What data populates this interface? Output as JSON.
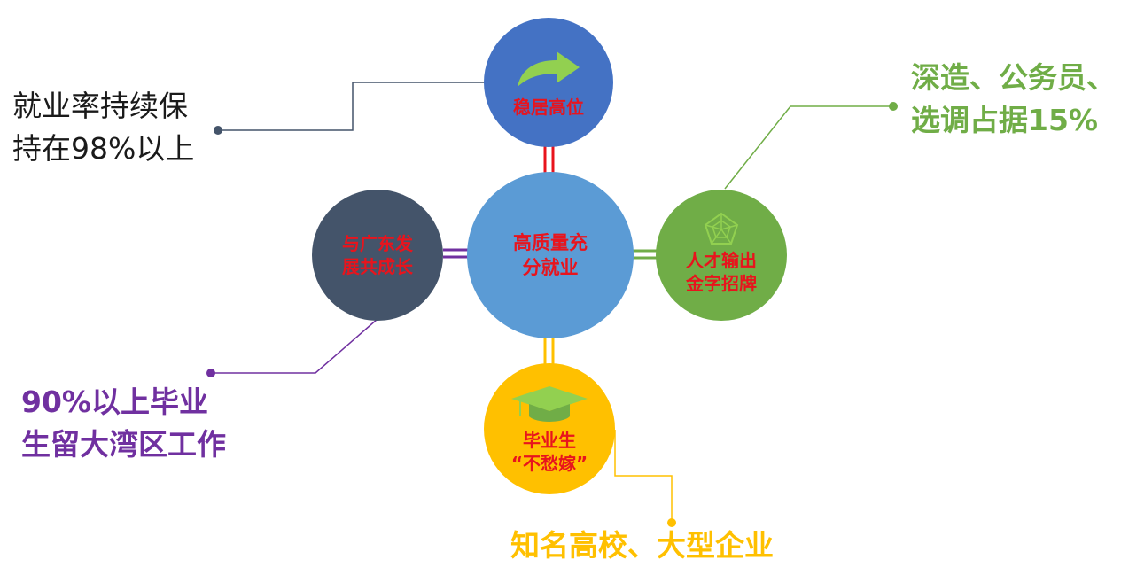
{
  "colors": {
    "center": "#5b9bd5",
    "top": "#4472c4",
    "right": "#70ad47",
    "bottom": "#ffc000",
    "left": "#44546a",
    "node_text": "#e8141d",
    "callout_top_left": "#1a1a1a",
    "callout_right": "#70ad47",
    "callout_left": "#7030a0",
    "callout_bottom": "#ffc000",
    "connector_top": "#e8141d",
    "connector_right": "#70ad47",
    "connector_bottom": "#ffc000",
    "connector_left": "#7030a0",
    "leader_top_left": "#44546a"
  },
  "nodes": {
    "center": {
      "label": "高质量充\n分就业"
    },
    "top": {
      "label": "稳居高位",
      "icon": "curved-arrow-icon"
    },
    "right": {
      "label": "人才输出\n金字招牌",
      "icon": "star-web-icon"
    },
    "bottom": {
      "label": "毕业生\n“不愁嫁”",
      "icon": "graduation-cap-icon"
    },
    "left": {
      "label": "与广东发\n展共成长"
    }
  },
  "callouts": {
    "top_left": "就业率持续保\n持在98%以上",
    "right": "深造、公务员、\n选调占据15%",
    "left": "90%以上毕业\n生留大湾区工作",
    "bottom": "知名高校、大型企业"
  }
}
